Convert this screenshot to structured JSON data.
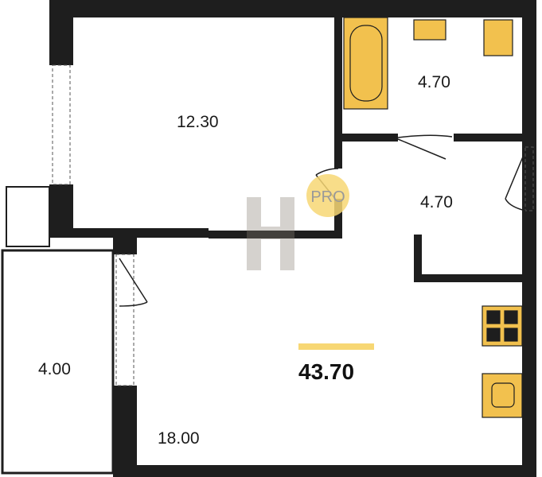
{
  "rooms": {
    "bedroom": "12.30",
    "bathroom": "4.70",
    "hallway": "4.70",
    "balcony": "4.00",
    "living_kitchen": "18.00"
  },
  "total_area": "43.70",
  "watermark": "PRO",
  "colors": {
    "wall": "#1e1e1e",
    "fixture": "#f2c14e",
    "accent_bar": "#f7d774"
  }
}
